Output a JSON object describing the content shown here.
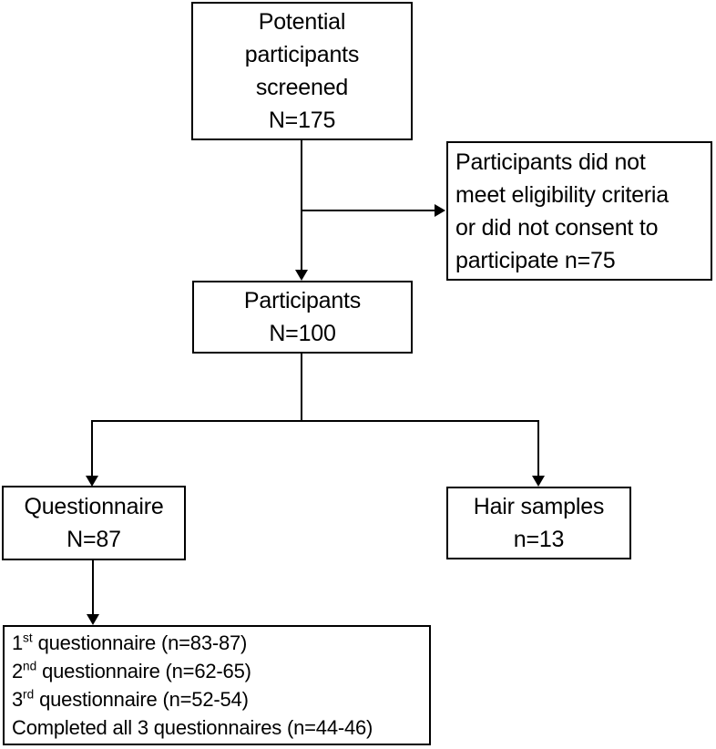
{
  "diagram": {
    "type": "participant-flow-diagram",
    "colors": {
      "border": "#000000",
      "text": "#000000",
      "background": "#ffffff"
    },
    "boxes": {
      "screened": {
        "lines": [
          "Potential",
          "participants",
          "screened",
          "N=175"
        ]
      },
      "excluded": {
        "lines": [
          "Participants did not",
          "meet eligibility criteria",
          "or did not consent to",
          "participate n=75"
        ]
      },
      "participants": {
        "lines": [
          "Participants",
          "N=100"
        ]
      },
      "questionnaire": {
        "lines": [
          "Questionnaire",
          "N=87"
        ]
      },
      "hair_samples": {
        "lines": [
          "Hair samples",
          "n=13"
        ]
      },
      "questionnaire_detail": {
        "lines": [
          {
            "pre": "1",
            "sup": "st",
            "post": " questionnaire (n=83-87)"
          },
          {
            "pre": "2",
            "sup": "nd",
            "post": " questionnaire (n=62-65)"
          },
          {
            "pre": "3",
            "sup": "rd",
            "post": " questionnaire (n=52-54)"
          },
          {
            "pre": "Completed all 3 questionnaires (n=44-46)",
            "sup": "",
            "post": ""
          }
        ]
      }
    }
  }
}
